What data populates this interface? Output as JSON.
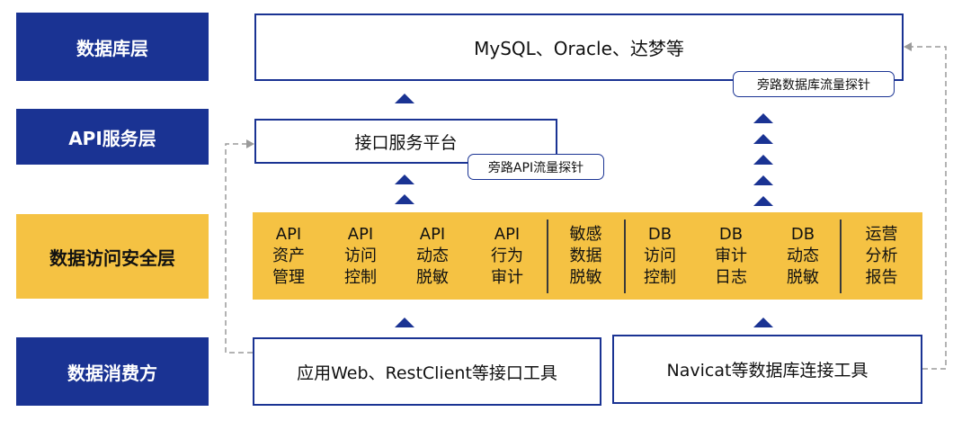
{
  "layers": {
    "database": "数据库层",
    "api": "API服务层",
    "security": "数据访问安全层",
    "consumer": "数据消费方"
  },
  "database_box": {
    "label": "MySQL、Oracle、达梦等",
    "tag": "旁路数据库流量探针"
  },
  "api_box": {
    "label": "接口服务平台",
    "tag": "旁路API流量探针"
  },
  "security_items": [
    "API\n资产\n管理",
    "API\n访问\n控制",
    "API\n动态\n脱敏",
    "API\n行为\n审计",
    "敏感\n数据\n脱敏",
    "DB\n访问\n控制",
    "DB\n审计\n日志",
    "DB\n动态\n脱敏",
    "运营\n分析\n报告"
  ],
  "consumers": {
    "app_tools": "应用Web、RestClient等接口工具",
    "db_tools": "Navicat等数据库连接工具"
  },
  "colors": {
    "primary_blue": "#1a3393",
    "gold": "#f5c243",
    "dash_gray": "#9a9a9a"
  }
}
